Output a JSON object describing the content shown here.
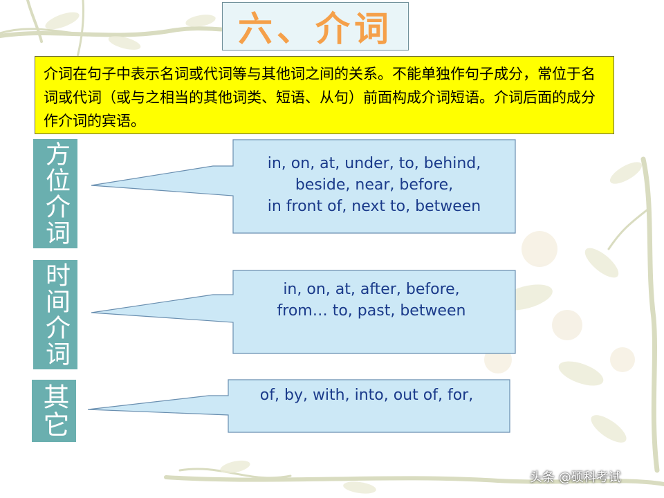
{
  "slide": {
    "title": "六、介词",
    "definition": "介词在句子中表示名词或代词等与其他词之间的关系。不能单独作句子成分，常位于名词或代词（或与之相当的其他词类、短语、从句）前面构成介词短语。介词后面的成分作介词的宾语。",
    "colors": {
      "title_text": "#f5a04a",
      "definition_bg": "#ffff00",
      "category_bg": "#6aafaf",
      "callout_bg": "#cce8f6",
      "callout_text": "#1a3a8a"
    }
  },
  "categories": [
    {
      "label": "方位介词",
      "lines": [
        "in, on, at, under, to, behind,",
        "beside, near, before,",
        "in front of, next to, between"
      ]
    },
    {
      "label": "时间介词",
      "lines": [
        "in, on, at, after, before,",
        "from… to, past, between"
      ]
    },
    {
      "label": "其它",
      "lines": [
        "of, by, with, into, out of, for,"
      ]
    }
  ],
  "watermark": "头条 @硕科考试"
}
